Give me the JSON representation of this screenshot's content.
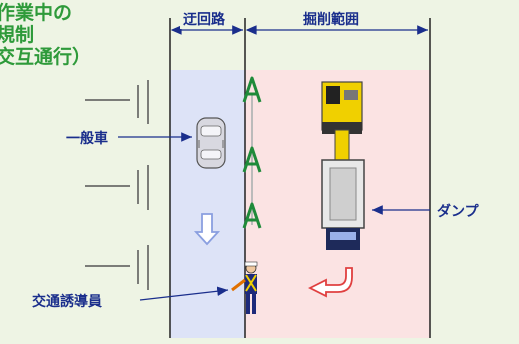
{
  "title": {
    "line1": "作業中の",
    "line2": "規制",
    "line3": "交互通行）"
  },
  "dimensions": {
    "detour": "迂回路",
    "excavation_area": "掘削範囲"
  },
  "labels": {
    "general_vehicle": "一般車",
    "dump_truck": "ダンプ",
    "traffic_guide": "交通誘導員"
  },
  "colors": {
    "background": "#eef4e4",
    "detour_lane": "#dde3f7",
    "work_area": "#fbe3e3",
    "title": "#2e9a3a",
    "label": "#1a2e8c",
    "cone": "#1f8a3a",
    "excavator": "#f0d000",
    "arrow_blue": "#8a9fe0",
    "arrow_red": "#e04040"
  },
  "icons": {
    "cone": "traffic-cone-icon",
    "car": "car-icon",
    "excavator": "excavator-icon",
    "dump": "dump-truck-icon",
    "worker": "flagger-icon"
  }
}
